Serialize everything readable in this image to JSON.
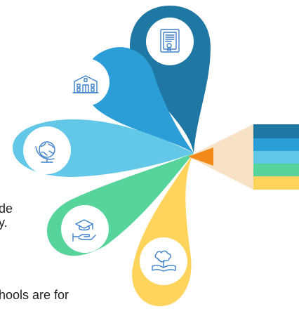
{
  "text_fragments": [
    "de",
    "y.",
    "hools are for"
  ],
  "colors": {
    "petal_dark_blue": "#1f77a3",
    "petal_blue": "#2b9ed8",
    "petal_light_blue": "#63c8e8",
    "petal_green": "#56d49b",
    "petal_yellow": "#ffd45c",
    "pencil_body": "#f7e2c6",
    "pencil_tip": "#f28a1a",
    "icon_line": "#3d7fc8"
  },
  "icons": [
    "certificate-icon",
    "school-building-icon",
    "globe-icon",
    "graduation-hand-icon",
    "tree-book-icon"
  ]
}
